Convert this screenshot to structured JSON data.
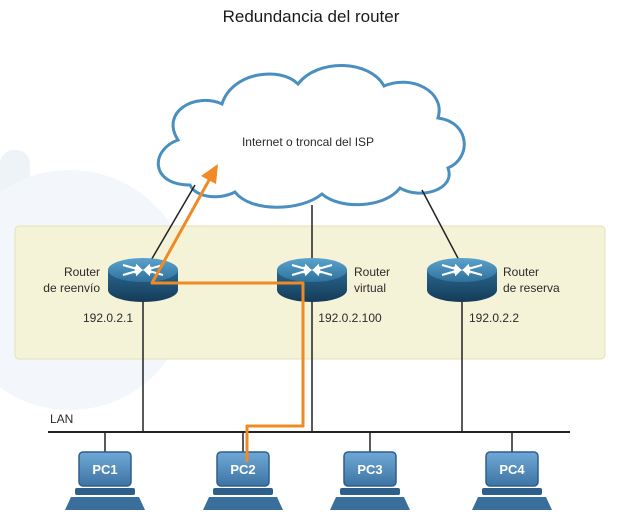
{
  "title": "Redundancia del router",
  "cloud": {
    "label": "Internet o troncal del ISP"
  },
  "routers": [
    {
      "line1": "Router",
      "line2": "de reenvío",
      "ip": "192.0.2.1"
    },
    {
      "line1": "Router",
      "line2": "virtual",
      "ip": "192.0.2.100"
    },
    {
      "line1": "Router",
      "line2": "de reserva",
      "ip": "192.0.2.2"
    }
  ],
  "lan": {
    "label": "LAN"
  },
  "pcs": [
    {
      "label": "PC1"
    },
    {
      "label": "PC2"
    },
    {
      "label": "PC3"
    },
    {
      "label": "PC4"
    }
  ],
  "colors": {
    "router_zone": "#f4f3d8",
    "traffic_path": "#f08a24",
    "router_body": "#2e6f96",
    "pc_body": "#4f86b3",
    "cloud_outline": "#4a8fbf"
  },
  "icons": {
    "router": "router-icon",
    "pc": "pc-icon",
    "cloud": "cloud-icon"
  }
}
